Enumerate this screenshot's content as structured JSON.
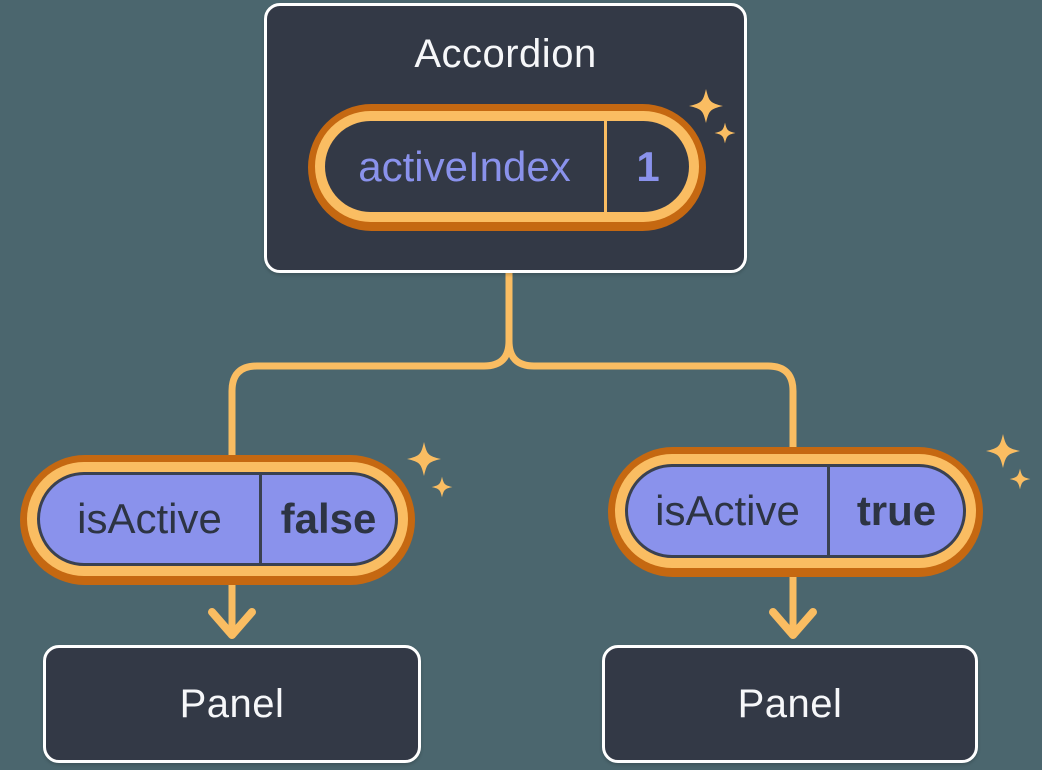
{
  "diagram": {
    "description": "Component tree showing lifted state: Accordion parent passes isActive down to two Panels",
    "root": {
      "title": "Accordion",
      "state": {
        "label": "activeIndex",
        "value": "1"
      }
    },
    "children": [
      {
        "prop": {
          "label": "isActive",
          "value": "false"
        },
        "panel": {
          "title": "Panel"
        }
      },
      {
        "prop": {
          "label": "isActive",
          "value": "true"
        },
        "panel": {
          "title": "Panel"
        }
      }
    ]
  },
  "icons": {
    "sparkle": "four-point-star-sparkle"
  },
  "colors": {
    "background": "#4b666e",
    "surface": "#333946",
    "surface-border": "#ffffff",
    "purple": "#8a92ec",
    "ink": "#2d3443",
    "ink-border": "#3a4150",
    "text-light": "#f6f7f9",
    "orange": "#fabd62",
    "orange-dark": "#c56811"
  }
}
